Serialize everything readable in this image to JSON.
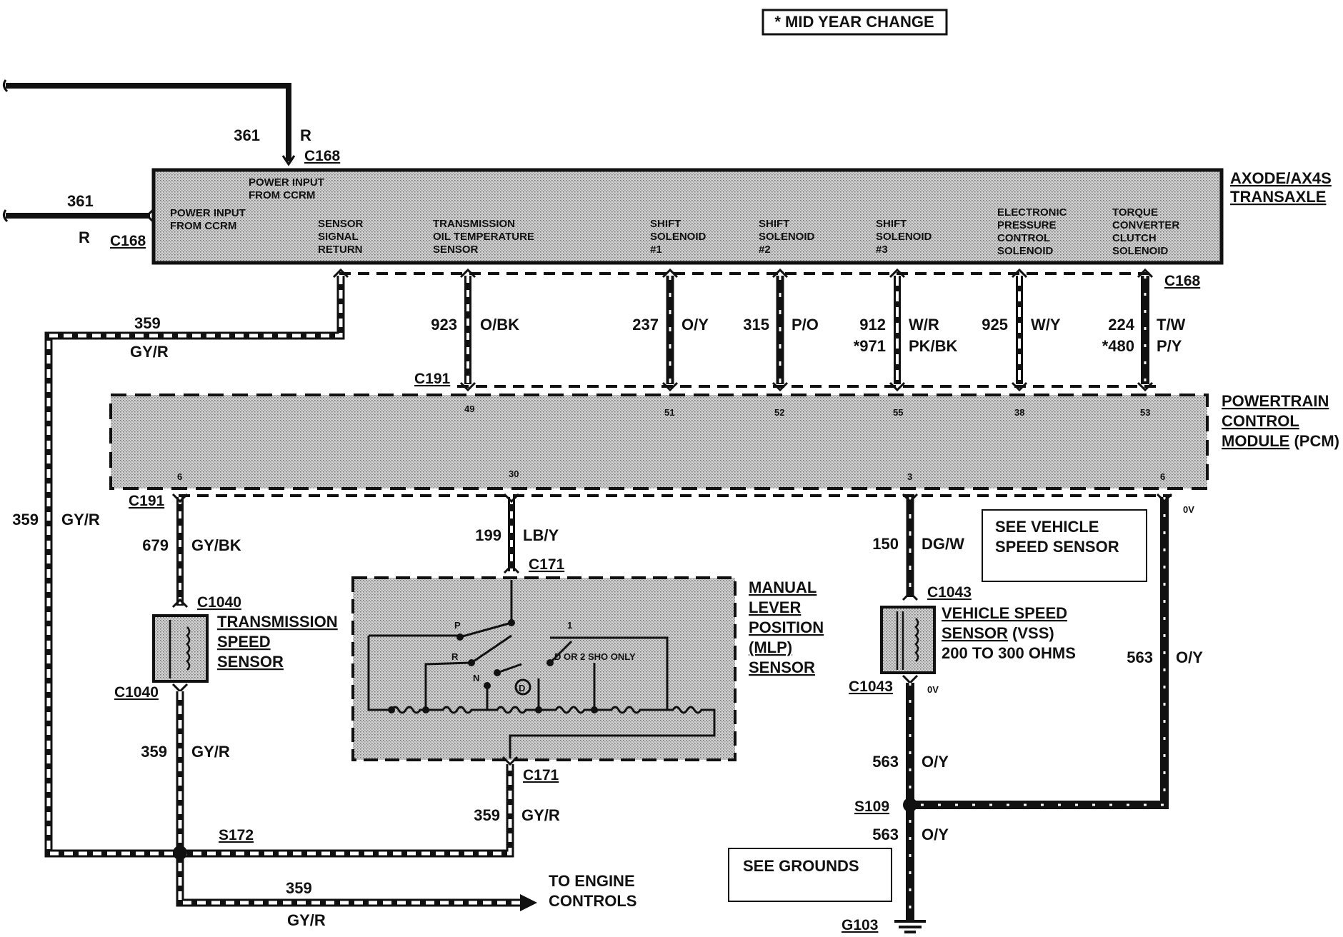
{
  "note": "* MID YEAR CHANGE",
  "transaxle": {
    "title_line1": "AXODE/AX4S",
    "title_line2": "TRANSAXLE",
    "fn_power_top": [
      "POWER INPUT",
      "FROM CCRM"
    ],
    "fn_power_left": [
      "POWER INPUT",
      "FROM CCRM"
    ],
    "fn_sensor_return": [
      "SENSOR",
      "SIGNAL",
      "RETURN"
    ],
    "fn_tot": [
      "TRANSMISSION",
      "OIL TEMPERATURE",
      "SENSOR"
    ],
    "fn_ss1": [
      "SHIFT",
      "SOLENOID",
      "#1"
    ],
    "fn_ss2": [
      "SHIFT",
      "SOLENOID",
      "#2"
    ],
    "fn_ss3": [
      "SHIFT",
      "SOLENOID",
      "#3"
    ],
    "fn_epc": [
      "ELECTRONIC",
      "PRESSURE",
      "CONTROL",
      "SOLENOID"
    ],
    "fn_tcc": [
      "TORQUE",
      "CONVERTER",
      "CLUTCH",
      "SOLENOID"
    ]
  },
  "pcm": {
    "title_line1": "POWERTRAIN",
    "title_line2": "CONTROL",
    "title_line3": "MODULE",
    "title_suffix": "(PCM)",
    "pins_top": [
      "49",
      "51",
      "52",
      "55",
      "38",
      "53"
    ],
    "pins_bottom": [
      "6",
      "30",
      "3",
      "6"
    ]
  },
  "connectors": {
    "c168": "C168",
    "c191": "C191",
    "c171": "C171",
    "c1040": "C1040",
    "c1043": "C1043",
    "s172": "S172",
    "s109": "S109",
    "g103": "G103"
  },
  "wires": {
    "w361": "361",
    "r": "R",
    "w359": "359",
    "gy_r": "GY/R",
    "w923": "923",
    "o_bk": "O/BK",
    "w237": "237",
    "o_y": "O/Y",
    "w315": "315",
    "p_o": "P/O",
    "w912": "912",
    "w971": "*971",
    "w_r": "W/R",
    "pk_bk": "PK/BK",
    "w925": "925",
    "w_y": "W/Y",
    "w224": "224",
    "w480": "*480",
    "t_w": "T/W",
    "p_y": "P/Y",
    "w679": "679",
    "gy_bk": "GY/BK",
    "w199": "199",
    "lb_y": "LB/Y",
    "w150": "150",
    "dg_w": "DG/W",
    "w563": "563",
    "zero_v": "0V"
  },
  "components": {
    "tss": [
      "TRANSMISSION",
      "SPEED",
      "SENSOR"
    ],
    "mlp": [
      "MANUAL",
      "LEVER",
      "POSITION",
      "(MLP)",
      "SENSOR"
    ],
    "vss_line1": "VEHICLE SPEED",
    "vss_line2": "SENSOR",
    "vss_suffix": "(VSS)",
    "vss_ohms": "200 TO 300 OHMS"
  },
  "mlp_inner": {
    "p": "P",
    "r": "R",
    "n": "N",
    "d": "D",
    "one": "1",
    "d_or_2": "D OR 2 SHO ONLY"
  },
  "refs": {
    "see_vss": [
      "SEE VEHICLE",
      "SPEED SENSOR"
    ],
    "see_grounds": "SEE GROUNDS",
    "engine": [
      "TO ENGINE",
      "CONTROLS"
    ]
  },
  "colors": {
    "wire": "#111111",
    "module_fill": "#c8c8c8",
    "background": "#ffffff"
  }
}
